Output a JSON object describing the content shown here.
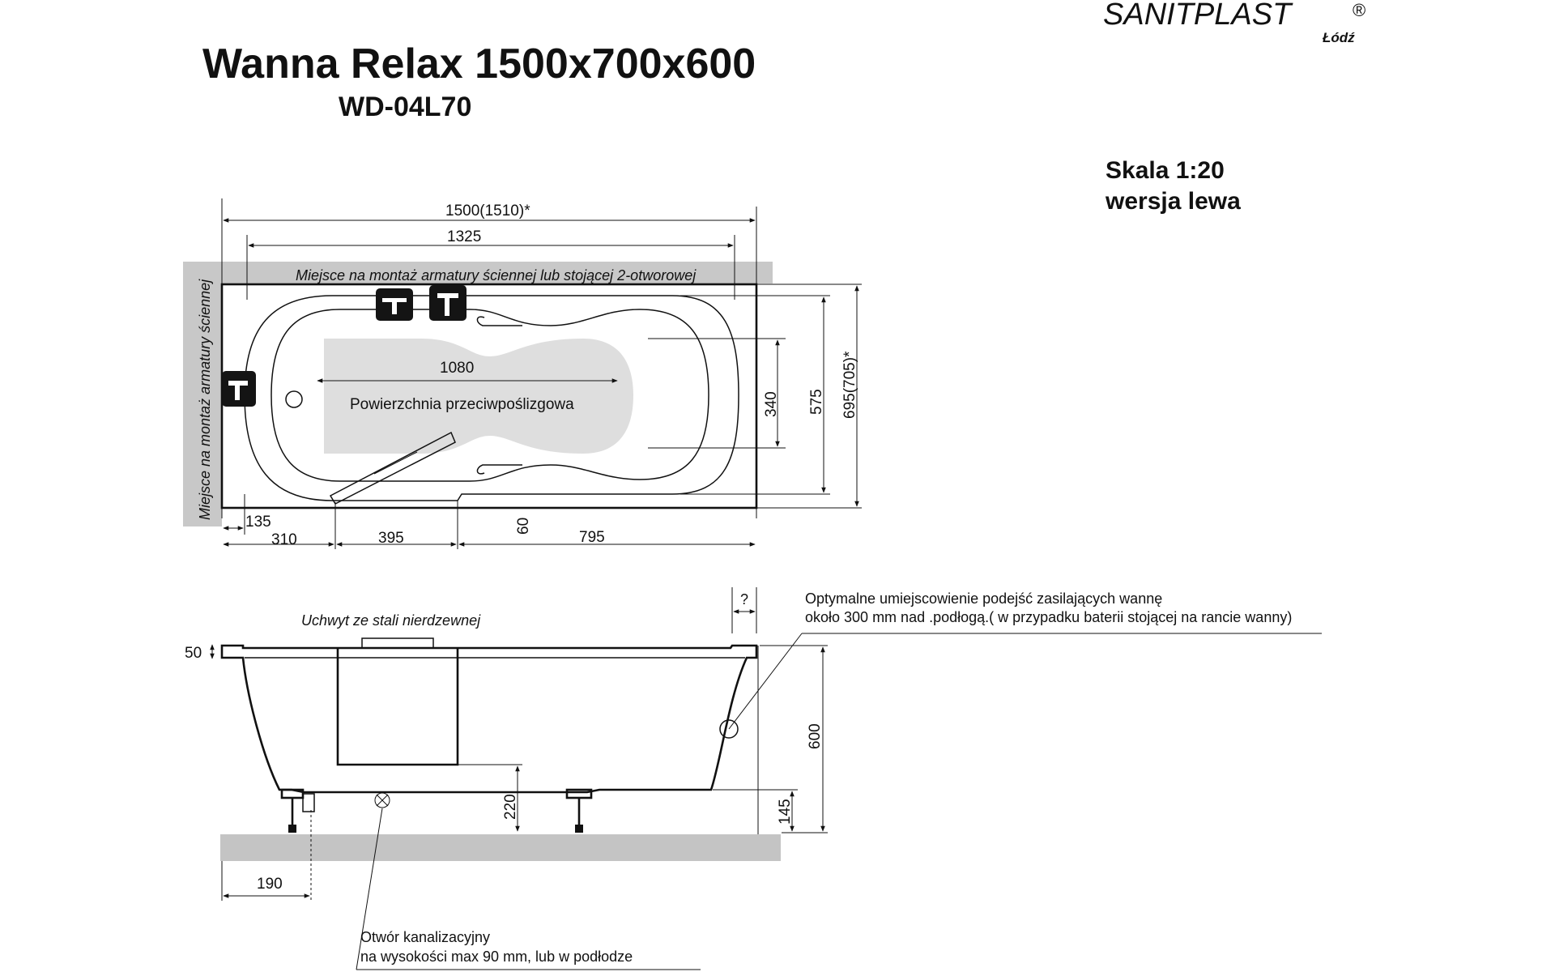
{
  "brand": {
    "name": "SANITPLAST",
    "registered": "®",
    "city": "Łódź"
  },
  "title": "Wanna Relax 1500x700x600",
  "model_code": "WD-04L70",
  "scale": {
    "label": "Skala  1:20",
    "version": "wersja lewa"
  },
  "top_view": {
    "dim_overall_length": "1500(1510)*",
    "dim_inner_length": "1325",
    "faucet_zone_long": "Miejsce na montaż armatury ściennej lub stojącej  2-otworowej",
    "faucet_zone_side": "Miejsce na montaż armatury ściennej",
    "dim_surface_length": "1080",
    "surface_label": "Powierzchnia przeciwpoślizgowa",
    "dim_inner_width": "340",
    "dim_basin_width": "575",
    "dim_overall_width": "695(705)*",
    "dim_edge": "135",
    "dim_handle_offset": "310",
    "dim_handle_length": "395",
    "dim_handle_depth": "60",
    "dim_remaining": "795"
  },
  "side_view": {
    "handle_label": "Uchwyt ze stali nierdzewnej",
    "dim_rim": "50",
    "dim_unknown": "?",
    "dim_height": "600",
    "dim_handle_height": "220",
    "dim_supply_height": "145",
    "dim_drain_offset": "190",
    "supply_note_line1": "Optymalne umiejscowienie podejść   zasilających wannę",
    "supply_note_line2": "około 300 mm nad .podłogą.( w przypadku baterii stojącej na rancie wanny)",
    "drain_note_line1": "Otwór kanalizacyjny",
    "drain_note_line2": "na wysokości max 90 mm, lub w podłodze"
  }
}
